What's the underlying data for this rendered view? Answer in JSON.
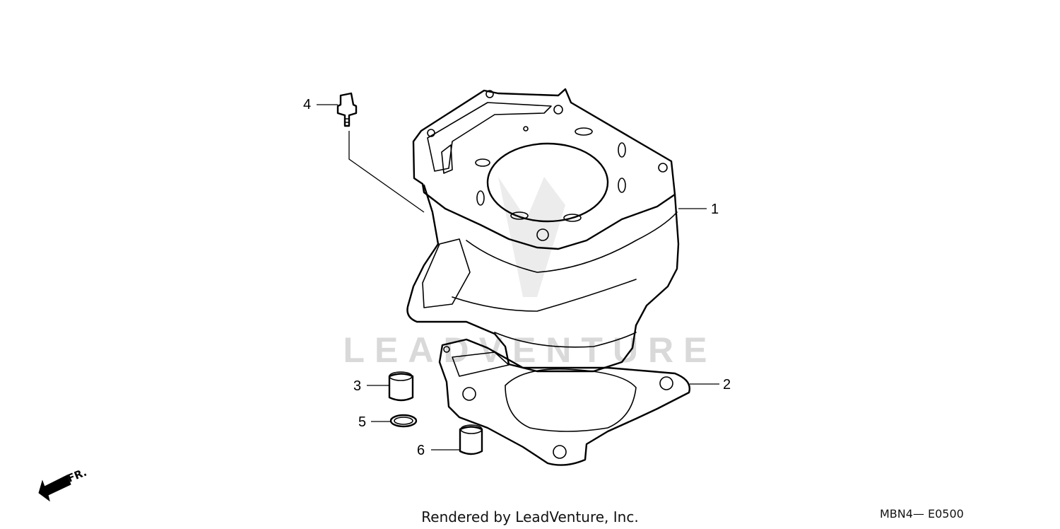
{
  "watermark": {
    "text": "LEADVENTURE"
  },
  "callouts": {
    "c1": "1",
    "c2": "2",
    "c3": "3",
    "c4": "4",
    "c5": "5",
    "c6": "6"
  },
  "direction": {
    "label": "FR."
  },
  "footer": {
    "credit": "Rendered by LeadVenture, Inc.",
    "code": "MBN4— E0500"
  },
  "icons": {
    "direction": "front-direction-arrow-icon",
    "watermark_logo": "leadventure-v-logo-icon"
  }
}
